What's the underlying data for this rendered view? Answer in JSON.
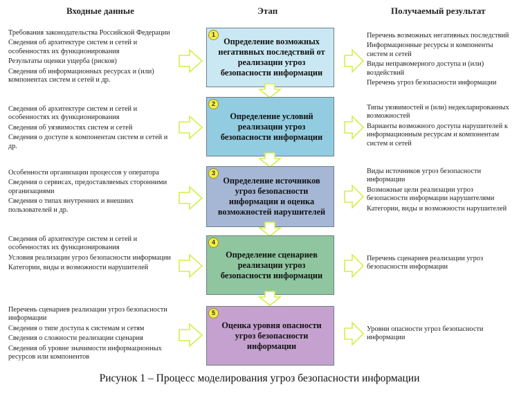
{
  "headers": {
    "inputs": "Входные данные",
    "stage": "Этап",
    "result": "Получаемый результат"
  },
  "stages": [
    {
      "number": "1",
      "title": "Определение возможных негативных последствий от реализации угроз безопасности информации",
      "inputs": [
        "Требования законодательства Российской Федерации",
        "Сведения об архитектуре систем и сетей и особенностях их функционирования",
        "Результаты оценки ущерба (рисков)",
        "Сведения об информационных ресурсах и (или) компонентах систем и сетей и др."
      ],
      "results": [
        "Перечень возможных негативных последствий",
        "Информационные ресурсы и компоненты систем и сетей",
        "Виды неправомерного доступа и (или) воздействий",
        "Перечень угроз безопасности информации"
      ]
    },
    {
      "number": "2",
      "title": "Определение условий реализации угроз безопасности информации",
      "inputs": [
        "Сведения об архитектуре систем и сетей и особенностях их функционирования",
        "Сведения об уязвимостях систем и сетей",
        "Сведения о доступе к компонентам систем и сетей и др."
      ],
      "results": [
        "Типы уязвимостей и (или) недекларированных возможностей",
        "Варианты возможного доступа нарушителей к информационным ресурсам и компонентам систем и сетей"
      ]
    },
    {
      "number": "3",
      "title": "Определение источников угроз безопасности информации и оценка возможностей нарушителей",
      "inputs": [
        "Особенности организации процессов у оператора",
        "Сведения о сервисах, предоставляемых сторонними организациями",
        "Сведения о типах внутренних и внешних пользователей и др."
      ],
      "results": [
        "Виды источников угроз безопасности информации",
        "Возможные цели реализации угроз безопасности информации нарушителями",
        "Категории, виды и возможности нарушителей"
      ]
    },
    {
      "number": "4",
      "title": "Определение сценариев реализации угроз безопасности информации",
      "inputs": [
        "Сведения об архитектуре систем и сетей и особенностях их функционирования",
        "Условия реализации угроз безопасности информации",
        "Категории, виды и возможности нарушителей"
      ],
      "results": [
        "Перечень сценариев реализации угроз безопасности информации"
      ]
    },
    {
      "number": "5",
      "title": "Оценка уровня опасности угроз безопасности информации",
      "inputs": [
        "Перечень сценариев реализации угроз безопасности информации",
        "Сведения о типе доступа к системам и сетям",
        "Сведения о сложности реализации сценария",
        "Сведения об уровне значимости информационных ресурсов или компонентов"
      ],
      "results": [
        "Уровни опасности угроз безопасности информации"
      ]
    }
  ],
  "caption": "Рисунок 1 – Процесс моделирования угроз безопасности информации",
  "colors": {
    "stage1": "#c9e8f3",
    "stage2": "#92cce1",
    "stage3": "#a5b7d5",
    "stage4": "#8fc59f",
    "stage5": "#c5a1cf",
    "badge": "#f6ee46",
    "arrow": "#d2ef4a"
  }
}
